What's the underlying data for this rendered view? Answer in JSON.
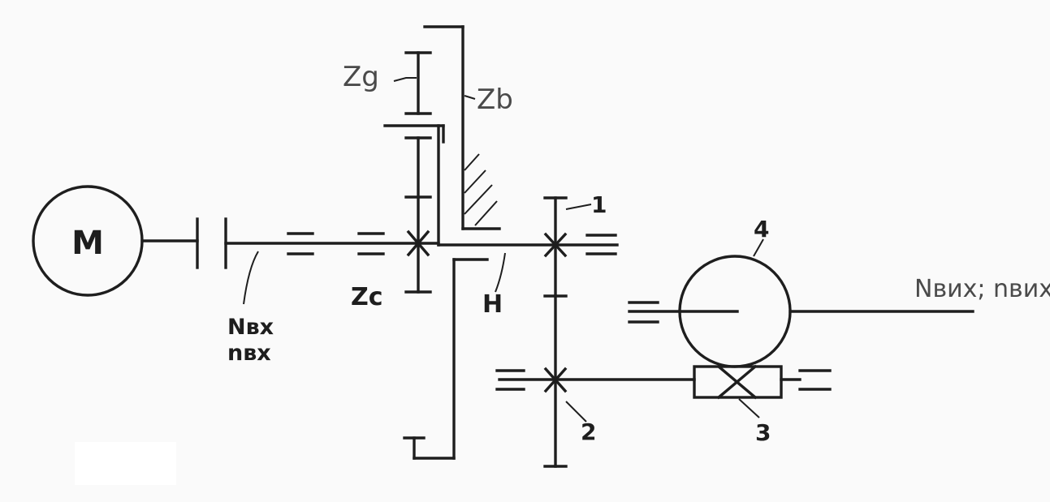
{
  "diagram": {
    "motor": "M",
    "labels": {
      "zg": "Zg",
      "zb": "Zb",
      "zc": "Zc",
      "h": "H",
      "gear1": "1",
      "gear2": "2",
      "gear3": "3",
      "gear4": "4",
      "n_input": "Nвх",
      "rpm_input": "nвх",
      "output": "Nвих; nвих"
    }
  }
}
